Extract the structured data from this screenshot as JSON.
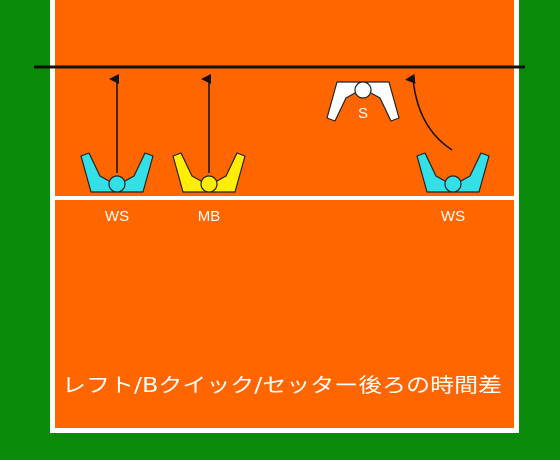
{
  "colors": {
    "outer": "#0a8a0a",
    "court": "#ff6600",
    "line": "#ffffff",
    "net": "#111111",
    "ws": "#33e0e8",
    "mb": "#ffee00",
    "setter": "#ffffff"
  },
  "players": [
    {
      "role": "WS",
      "label": "WS",
      "color": "#33e0e8",
      "moves_to_net": true
    },
    {
      "role": "MB",
      "label": "MB",
      "color": "#ffee00",
      "moves_to_net": true
    },
    {
      "role": "S",
      "label": "S",
      "color": "#ffffff",
      "moves_to_net": false
    },
    {
      "role": "WS",
      "label": "WS",
      "color": "#33e0e8",
      "moves_to_net": true,
      "curved_path": true
    }
  ],
  "caption": "レフト/Bクイック/セッター後ろの時間差"
}
